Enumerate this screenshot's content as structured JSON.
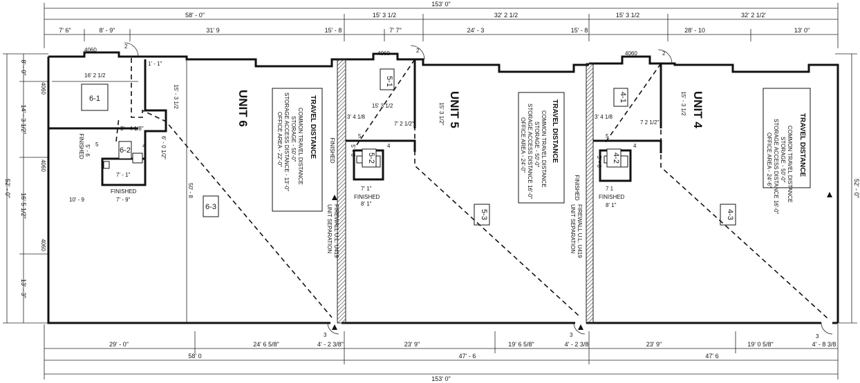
{
  "overall": {
    "top_total": "153' 0\"",
    "bottom_total": "153' 0\"",
    "left_height": "52' - 0\"",
    "right_height": "52' - 0\""
  },
  "top_dims_row1": [
    "58' - 0\"",
    "15' 3 1/2",
    "32' 2 1/2",
    "15' 3 1/2",
    "32' 2 1/2'"
  ],
  "top_dims_row2": [
    "7' 6\"",
    "8' - 9\"",
    "31' 9",
    "15' - 8",
    "7' 7\"",
    "24' - 3",
    "15' - 8",
    "28' - 10",
    "13' 0\""
  ],
  "left_dims": [
    "8' - 0\"",
    "14' - 3 1/2\"",
    "16' 5 1/2\"",
    "13' - 3\""
  ],
  "left_door_labels": [
    "4060",
    "4060",
    "4060"
  ],
  "bottom_dims_row1": [
    "29' - 0\"",
    "24' 6 5/8\"",
    "4' - 2 3/8\"",
    "23' 9\"",
    "19' 6 5/8\"",
    "4' - 2 3/8",
    "23' 9\"",
    "19' 0 5/8\"",
    "4' - 8 3/8"
  ],
  "bottom_dims_row2": [
    "58' 0",
    "47' - 6",
    "47' 6"
  ],
  "units": [
    {
      "name": "UNIT 6",
      "door_top": "4060",
      "rooms": [
        "6-1",
        "6-2",
        "6-3"
      ],
      "exit_labels": [
        "2",
        "3"
      ],
      "inner_dims": [
        "16' 2 1/2",
        "1' - 1\"",
        "15' - 3 1/2",
        "3' - 4 1/8\"",
        "6' - 0 1/2\"",
        "5' - 6",
        "7' - 1\"",
        "7' - 9\"",
        "10' - 9",
        "50' - 8"
      ],
      "finished": [
        "FINISHED",
        "FINISHED"
      ],
      "label_5": "5",
      "label_4": "4",
      "travel": {
        "title": "TRAVEL DISTANCE",
        "line1": "COMMON TRAVEL DISTANCE",
        "line2": "STORAGE - 50'-0\"",
        "line3": "STORAGE ACCESS DISTANCE - 13'-0\"",
        "line4": "OFFICE AREA - 22'-0\""
      }
    },
    {
      "name": "UNIT 5",
      "door_top": "4060",
      "rooms": [
        "5-1",
        "5-2",
        "5-3"
      ],
      "exit_labels": [
        "2",
        "3"
      ],
      "inner_dims": [
        "15' 3 1/2\"",
        "15' 3 1/2",
        "3' 4 1/8",
        "7' 2 1/2\"",
        "5' - 6",
        "7' 1\"",
        "8' 1\""
      ],
      "finished": [
        "FINISHED",
        "FINISHED"
      ],
      "label_5": "5",
      "label_4": "4",
      "travel": {
        "title": "TRAVEL DISTANCE",
        "line1": "COMMON TRAVEL DISTANCE",
        "line2": "STORAGE - 50'-0\"",
        "line3": "STORAGE ACCESS DISTANCE 16'-0\"",
        "line4": "OFFICE AREA - 24'-0\""
      },
      "firewall": [
        "UNIT SEPARATION",
        "FIREWALL U.L. U419"
      ]
    },
    {
      "name": "UNIT 4",
      "door_top": "4060",
      "rooms": [
        "4-1",
        "4-2",
        "4-3"
      ],
      "exit_labels": [
        "2",
        "3"
      ],
      "inner_dims": [
        "15' - 3 1/2",
        "3' 4 1/8",
        "7 2 1/2\"",
        "5' - 6",
        "7 1",
        "8' 1\""
      ],
      "finished": [
        "FINISHED",
        "FINISHED"
      ],
      "label_5": "5",
      "label_4": "4",
      "travel": {
        "title": "TRAVEL DISTANCE",
        "line1": "COMMON TRAVEL DISTANCE",
        "line2": "STORAGE - 50'-0\"",
        "line3": "STORAGE ACCESS DISTANCE 16'-0\"",
        "line4": "OFFICE AREA - 24'-6\""
      },
      "firewall": [
        "UNIT SEPARATION",
        "FIREWALL U.L. U419"
      ]
    }
  ]
}
